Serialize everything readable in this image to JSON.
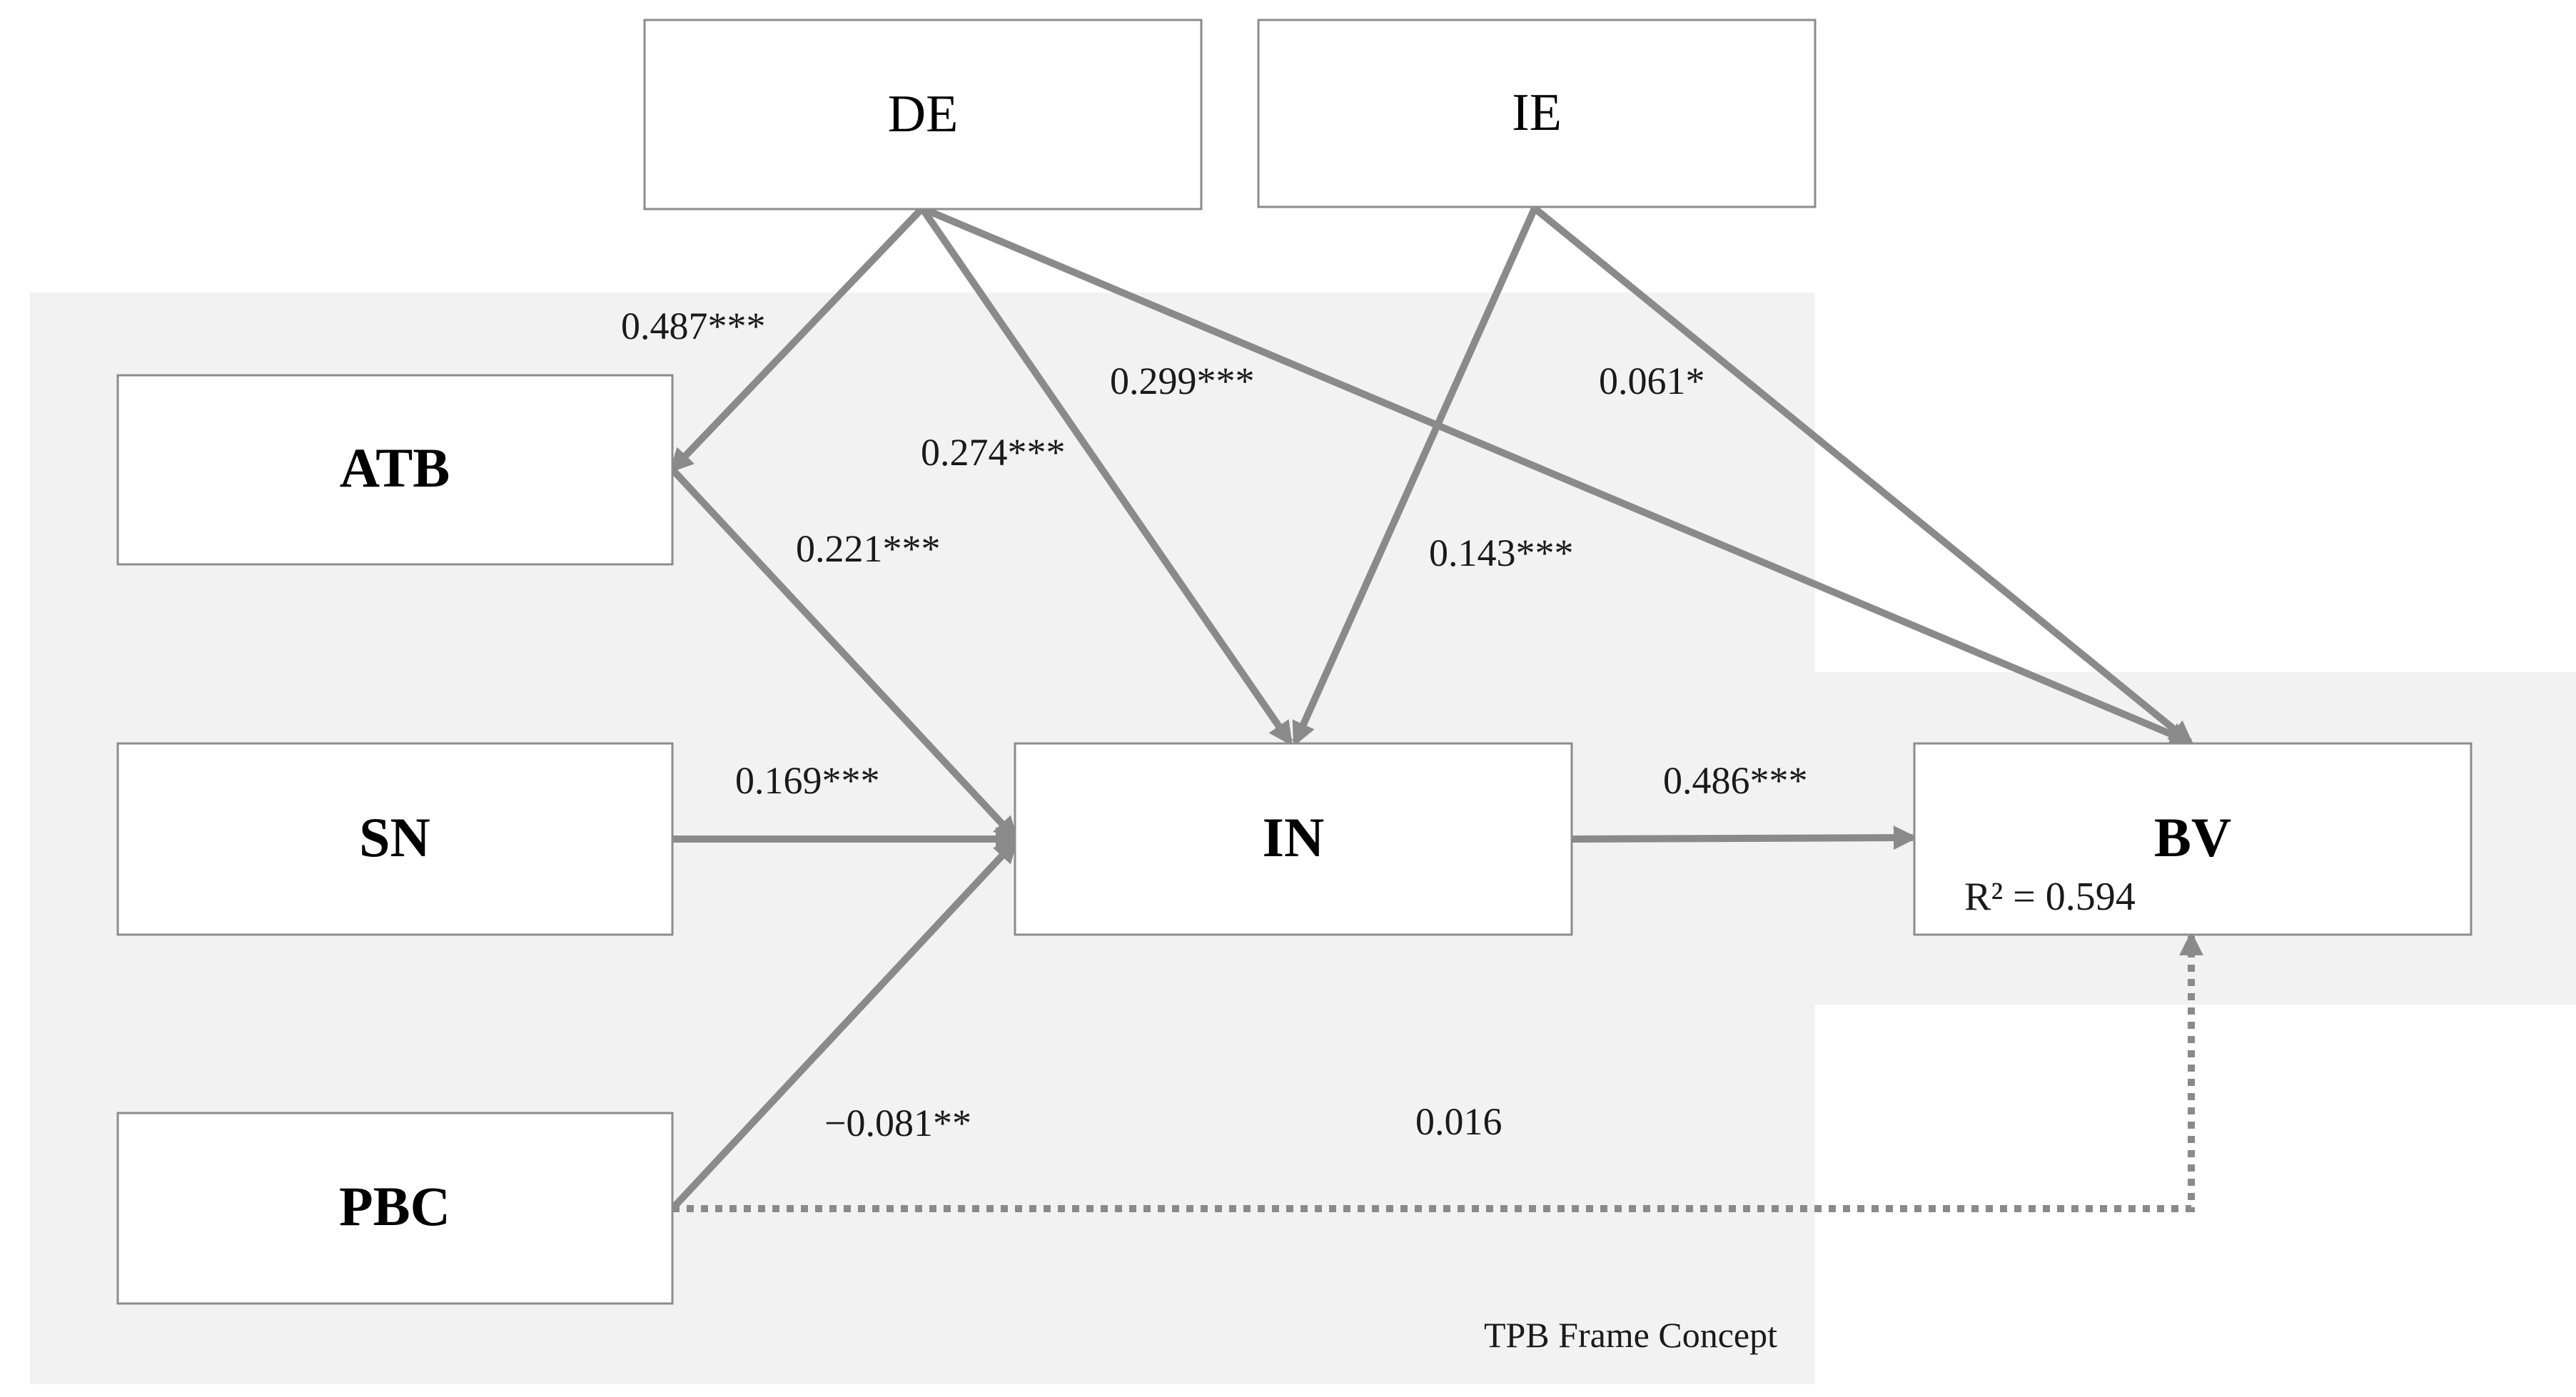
{
  "colors": {
    "frame_background": "#f2f2f2",
    "node_border": "#8c8c8c",
    "arrow": "#8a8a8a",
    "text": "#000000"
  },
  "nodes": {
    "de": "DE",
    "ie": "IE",
    "atb": "ATB",
    "sn": "SN",
    "pbc": "PBC",
    "in": "IN",
    "bv": "BV"
  },
  "bv_r_squared": "R² = 0.594",
  "frame_label": "TPB Frame Concept",
  "paths": [
    {
      "id": "de-atb",
      "from": "DE",
      "to": "ATB",
      "coefficient": "0.487***",
      "style": "solid"
    },
    {
      "id": "de-in",
      "from": "DE",
      "to": "IN",
      "coefficient": "0.274***",
      "style": "solid"
    },
    {
      "id": "de-bv",
      "from": "DE",
      "to": "BV",
      "coefficient": "0.299***",
      "style": "solid"
    },
    {
      "id": "ie-in",
      "from": "IE",
      "to": "IN",
      "coefficient": "0.143***",
      "style": "solid"
    },
    {
      "id": "ie-bv",
      "from": "IE",
      "to": "BV",
      "coefficient": "0.061*",
      "style": "solid"
    },
    {
      "id": "atb-in",
      "from": "ATB",
      "to": "IN",
      "coefficient": "0.221***",
      "style": "solid"
    },
    {
      "id": "sn-in",
      "from": "SN",
      "to": "IN",
      "coefficient": "0.169***",
      "style": "solid"
    },
    {
      "id": "pbc-in",
      "from": "PBC",
      "to": "IN",
      "coefficient": "−0.081**",
      "style": "solid"
    },
    {
      "id": "in-bv",
      "from": "IN",
      "to": "BV",
      "coefficient": "0.486***",
      "style": "solid"
    },
    {
      "id": "pbc-bv",
      "from": "PBC",
      "to": "BV",
      "coefficient": "0.016",
      "style": "dotted"
    }
  ]
}
